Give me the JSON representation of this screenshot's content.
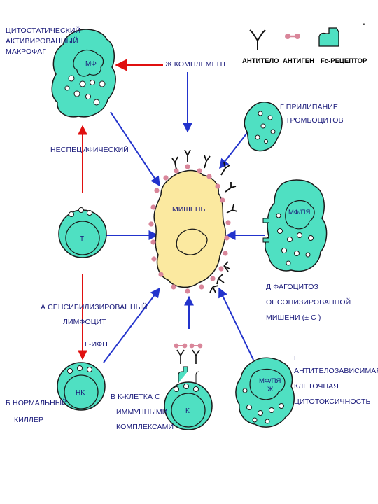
{
  "colors": {
    "cell_fill": "#4fe0c2",
    "cell_stroke": "#1a1a1a",
    "target_fill": "#fbe9a0",
    "antigen": "#d9869a",
    "arrow_blue": "#2233cc",
    "arrow_red": "#e01010",
    "text": "#1a1a7a"
  },
  "legend": {
    "antibody": "АНТИТЕЛО",
    "antigen": "АНТИГЕН",
    "fc_receptor": "Fc-РЕЦЕПТОР",
    "dot": "."
  },
  "target": {
    "label": "МИШЕНЬ"
  },
  "cells": {
    "macrophage": "МФ",
    "t_cell": "Т",
    "nk_cell": "НК",
    "k_cell": "К",
    "phagocyte_d": "МФ/ПЯ",
    "phagocyte_g": "МФ/ПЯ",
    "phagocyte_g_sub": "Ж"
  },
  "labels": {
    "macrophage_title": [
      "ЦИТОСТАТИЧЕСКИЙ",
      "АКТИВИРОВАННЫЙ",
      "МАКРОФАГ"
    ],
    "complement": "ж  КОМПЛЕМЕНТ",
    "platelets": [
      "г  ПРИЛИПАНИЕ",
      "ТРОМБОЦИТОВ"
    ],
    "nonspecific": "НЕСПЕЦИФИЧЕСКИЙ",
    "phagocytosis": [
      "д  ФАГОЦИТОЗ",
      "ОПСОНИЗИРОВАННОЙ",
      "МИШЕНИ (± С )"
    ],
    "sensitized": [
      "а  СЕНСИБИЛИЗИРОВАННЫЙ",
      "ЛИМФОЦИТ"
    ],
    "ifn": "γ-ИФН",
    "adcc": [
      "г",
      "АНТИТЕЛОЗАВИСИМАЯ",
      "КЛЕТОЧНАЯ",
      "ЦИТОТОКСИЧНОСТЬ"
    ],
    "normal_killer": [
      "б  НОРМАЛЬНЫЙ",
      "КИЛЛЕР"
    ],
    "k_cell": [
      "в  К-КЛЕТКА  С",
      "ИММУННЫМИ",
      "КОМПЛЕКСАМИ"
    ]
  }
}
